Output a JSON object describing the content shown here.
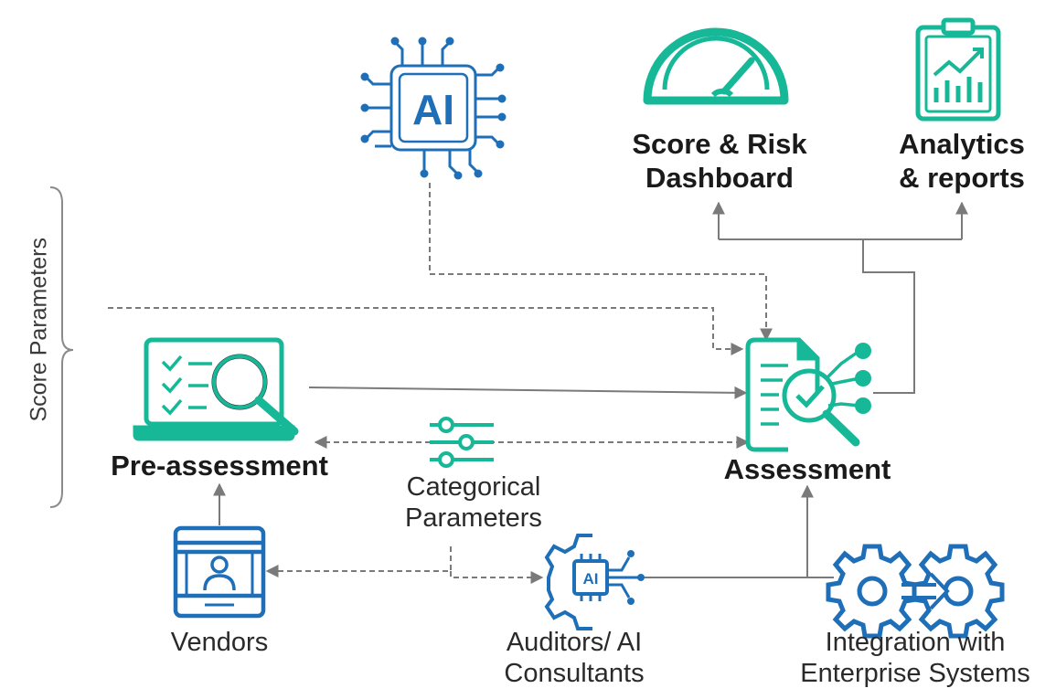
{
  "side": {
    "score_parameters": "Score Parameters"
  },
  "nodes": {
    "ai_chip": {
      "text": "AI"
    },
    "ai_badge": {
      "text": "AI"
    },
    "score_dashboard": {
      "line1": "Score & Risk",
      "line2": "Dashboard"
    },
    "analytics": {
      "line1": "Analytics",
      "line2": "& reports"
    },
    "pre_assessment": {
      "label": "Pre-assessment"
    },
    "assessment": {
      "label": "Assessment"
    },
    "categorical": {
      "line1": "Categorical",
      "line2": "Parameters"
    },
    "vendors": {
      "label": "Vendors"
    },
    "auditors": {
      "line1": "Auditors/ AI",
      "line2": "Consultants"
    },
    "integration": {
      "line1": "Integration with",
      "line2": "Enterprise Systems"
    }
  },
  "colors": {
    "teal": "#17b897",
    "blue": "#1f6fb8",
    "line": "#7a7a7a",
    "text": "#1a1a1a"
  }
}
